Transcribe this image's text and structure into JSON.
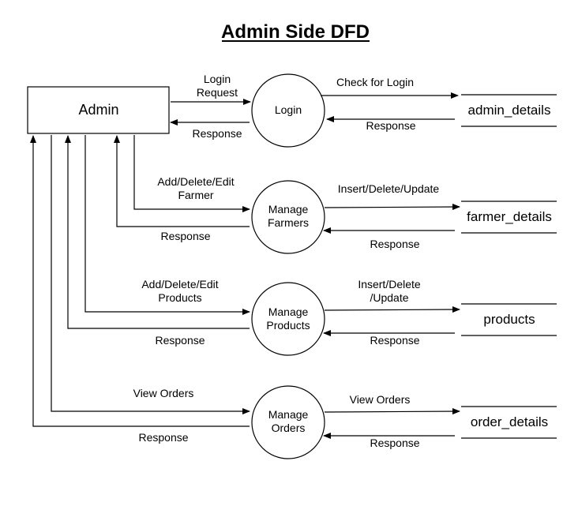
{
  "title": "Admin Side DFD",
  "entity": "Admin",
  "processes": [
    {
      "line1": "Login",
      "line2": ""
    },
    {
      "line1": "Manage",
      "line2": "Farmers"
    },
    {
      "line1": "Manage",
      "line2": "Products"
    },
    {
      "line1": "Manage",
      "line2": "Orders"
    }
  ],
  "stores": [
    "admin_details",
    "farmer_details",
    "products",
    "order_details"
  ],
  "flows": {
    "admin_to_login": [
      "Login",
      "Request"
    ],
    "login_to_admin": "Response",
    "login_to_store": "Check for Login",
    "store_to_login": "Response",
    "admin_to_farmers": [
      "Add/Delete/Edit",
      "Farmer"
    ],
    "farmers_to_admin": "Response",
    "farmers_to_store": "Insert/Delete/Update",
    "store_to_farmers": "Response",
    "admin_to_products": [
      "Add/Delete/Edit",
      "Products"
    ],
    "products_to_admin": "Response",
    "products_to_store": [
      "Insert/Delete",
      "/Update"
    ],
    "store_to_products": "Response",
    "admin_to_orders": "View Orders",
    "orders_to_admin": "Response",
    "orders_to_store": "View Orders",
    "store_to_orders": "Response"
  }
}
